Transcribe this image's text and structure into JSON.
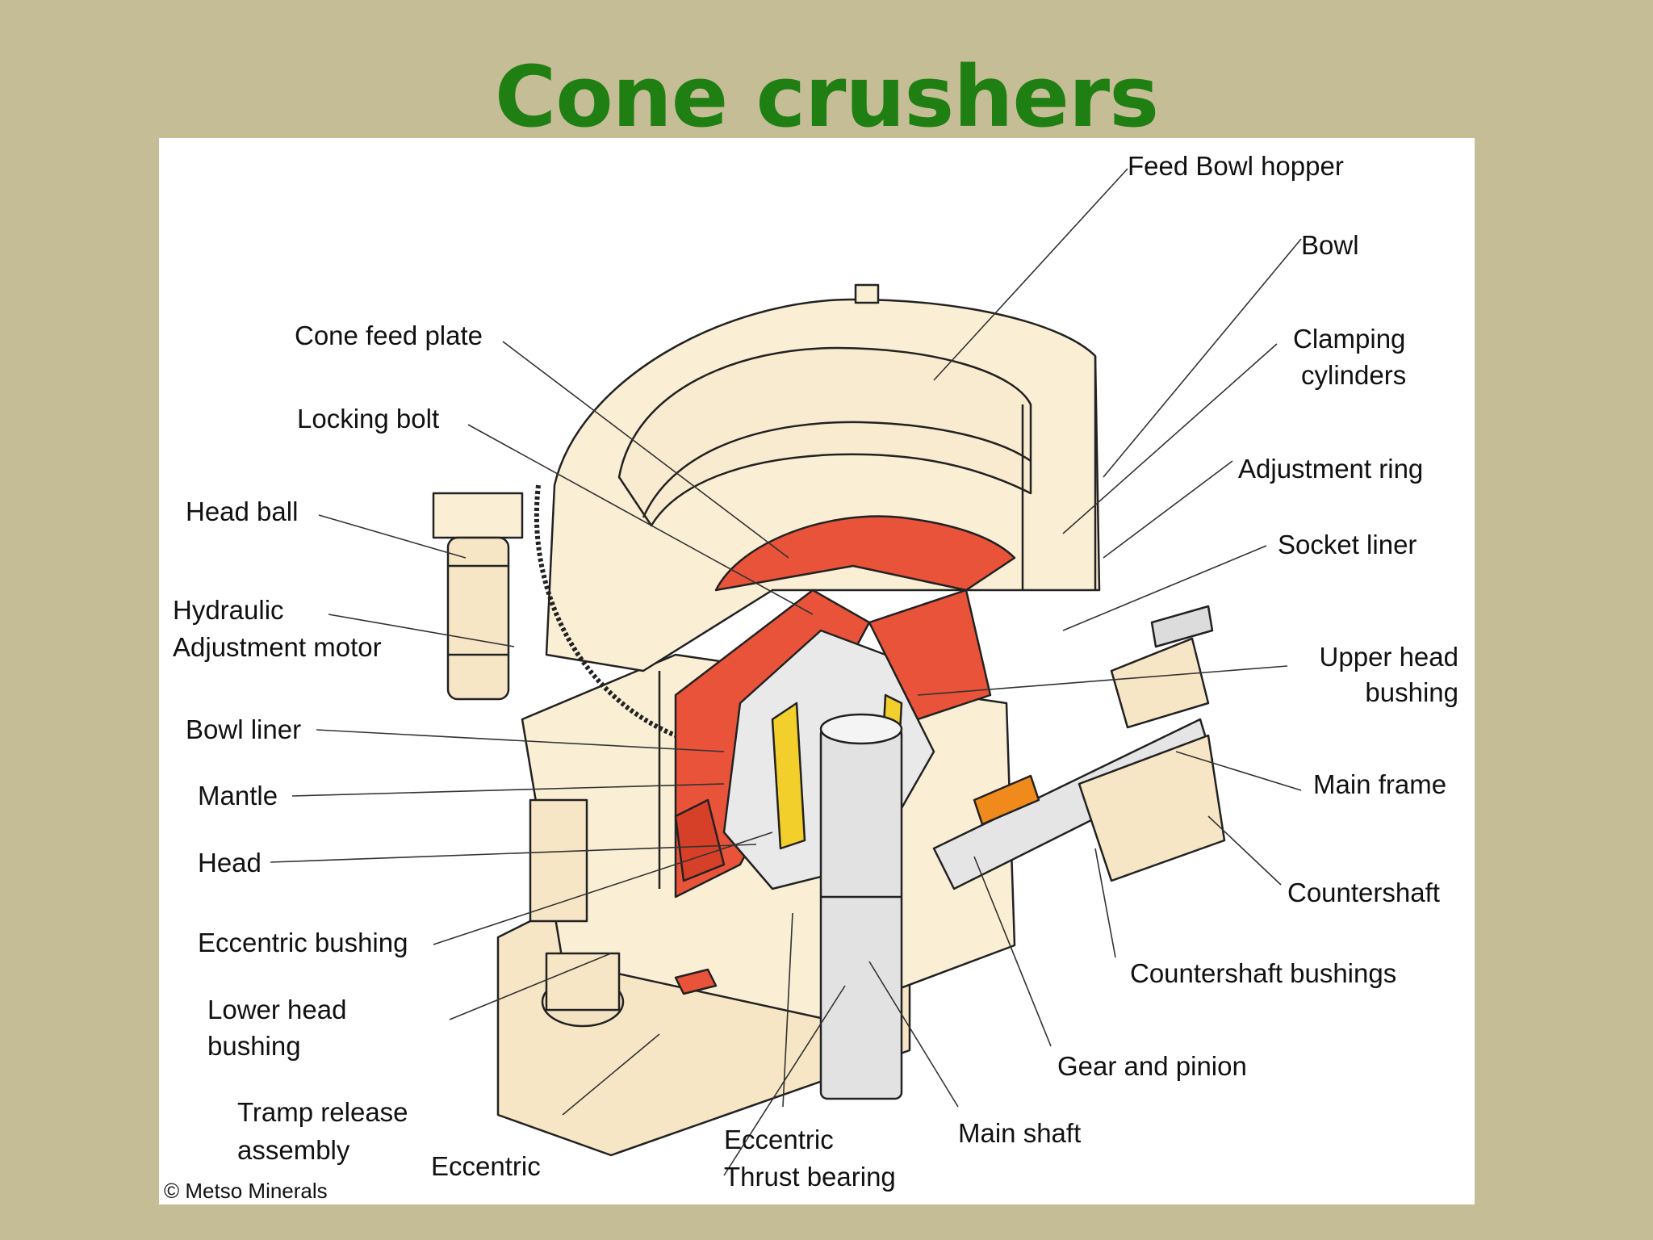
{
  "title": "Cone crushers",
  "colors": {
    "background": "#c5bd96",
    "title": "#1f7f12",
    "machine_body": "#faeed4",
    "liner_red": "#e8533a",
    "bushing_yellow": "#f2cf2a",
    "orange_part": "#f08a1c"
  },
  "labels": {
    "feed_bowl_hopper": "Feed Bowl hopper",
    "bowl": "Bowl",
    "clamping_cylinders_1": "Clamping",
    "clamping_cylinders_2": "cylinders",
    "adjustment_ring": "Adjustment ring",
    "socket_liner": "Socket liner",
    "upper_head_bushing_1": "Upper head",
    "upper_head_bushing_2": "bushing",
    "main_frame": "Main frame",
    "countershaft": "Countershaft",
    "countershaft_bushings": "Countershaft bushings",
    "gear_and_pinion": "Gear and pinion",
    "main_shaft": "Main shaft",
    "eccentric_thrust_bearing_1": "Eccentric",
    "eccentric_thrust_bearing_2": "Thrust bearing",
    "eccentric": "Eccentric",
    "tramp_release_assembly_1": "Tramp release",
    "tramp_release_assembly_2": "assembly",
    "lower_head_bushing_1": "Lower head",
    "lower_head_bushing_2": "bushing",
    "eccentric_bushing": "Eccentric bushing",
    "head": "Head",
    "mantle": "Mantle",
    "bowl_liner": "Bowl liner",
    "hydraulic_adjustment_motor_1": "Hydraulic",
    "hydraulic_adjustment_motor_2": "Adjustment motor",
    "head_ball": "Head ball",
    "locking_bolt": "Locking bolt",
    "cone_feed_plate": "Cone feed plate"
  },
  "copyright": "© Metso Minerals"
}
